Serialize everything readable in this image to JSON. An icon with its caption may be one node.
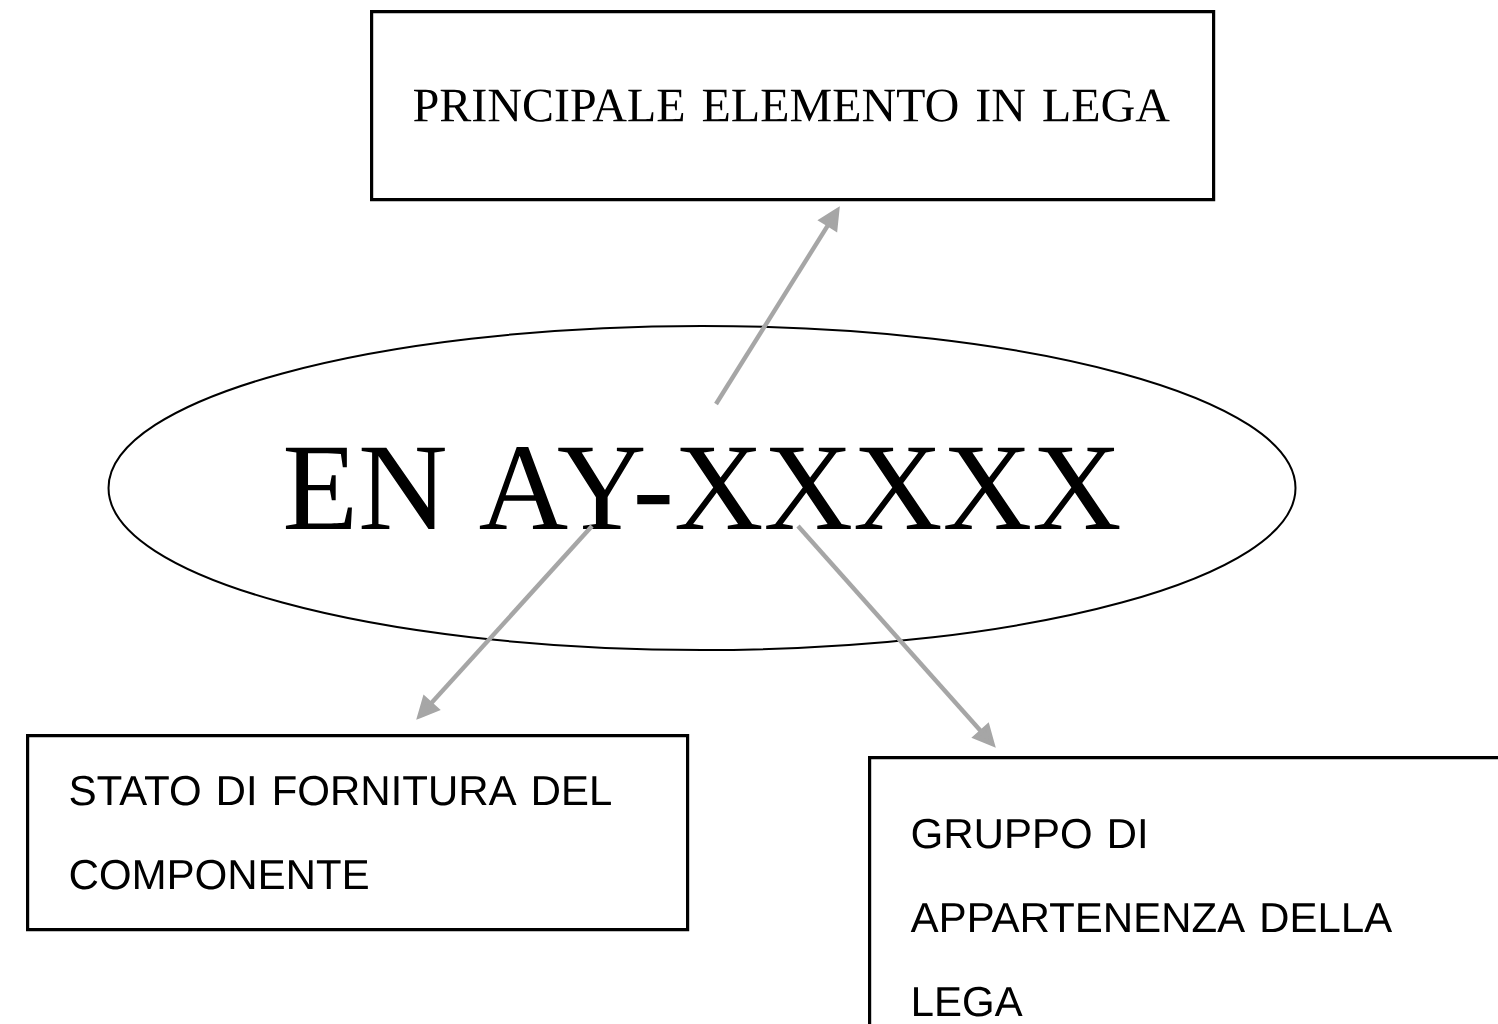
{
  "diagram": {
    "nodes": [
      {
        "text": [
          "PRINCIPALE ELEMENTO IN LEGA"
        ]
      },
      {
        "text": [
          "EN AY-XXXXX"
        ]
      },
      {
        "text": [
          "STATO DI FORNITURA DEL COMPONENTE"
        ]
      },
      {
        "text": [
          "GRUPPO DI APPARTENENZA DELLA LEGA"
        ]
      }
    ],
    "edges": [
      {
        "from": 1,
        "to": 0,
        "arrow": "to"
      },
      {
        "from": 1,
        "to": 2,
        "arrow": "to"
      },
      {
        "from": 1,
        "to": 3,
        "arrow": "to"
      }
    ]
  }
}
